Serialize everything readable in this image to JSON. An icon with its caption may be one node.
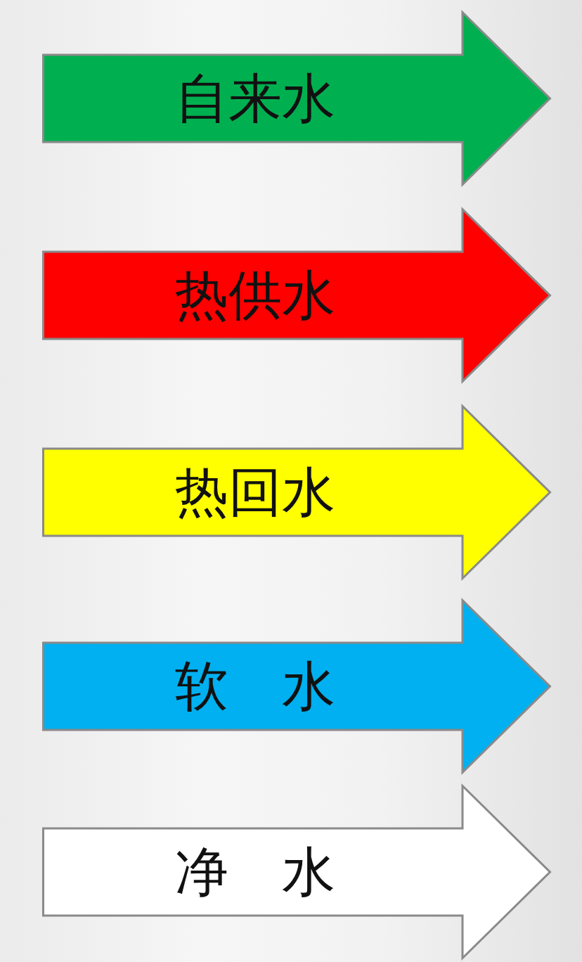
{
  "diagram": {
    "nodes": [
      {
        "text": [
          "自来水"
        ]
      },
      {
        "text": [
          "热供水"
        ]
      },
      {
        "text": [
          "热回水"
        ]
      },
      {
        "text": [
          "软　水"
        ]
      },
      {
        "text": [
          "净　水"
        ]
      }
    ]
  }
}
